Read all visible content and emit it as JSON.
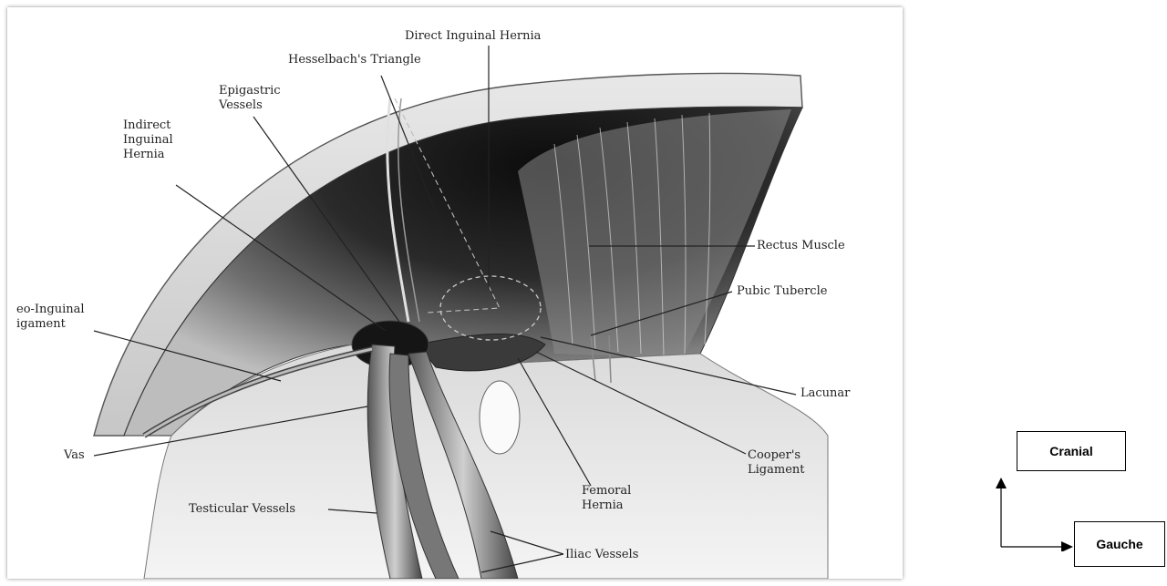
{
  "labels": {
    "direct_inguinal_hernia": "Direct Inguinal Hernia",
    "hesselbach_triangle": "Hesselbach's Triangle",
    "epigastric_vessels": [
      "Epigastric",
      "Vessels"
    ],
    "indirect_inguinal_hernia": [
      "Indirect",
      "Inguinal",
      "Hernia"
    ],
    "ileo_inguinal_ligament": [
      "eo-Inguinal",
      "igament"
    ],
    "rectus_muscle": "Rectus Muscle",
    "pubic_tubercle": "Pubic Tubercle",
    "lacunar": "Lacunar",
    "coopers_ligament": [
      "Cooper's",
      "Ligament"
    ],
    "femoral_hernia": [
      "Femoral",
      "Hernia"
    ],
    "vas": "Vas",
    "testicular_vessels": "Testicular Vessels",
    "iliac_vessels": "Iliac Vessels"
  },
  "orientation": {
    "up_label": "Cranial",
    "right_label": "Gauche"
  }
}
